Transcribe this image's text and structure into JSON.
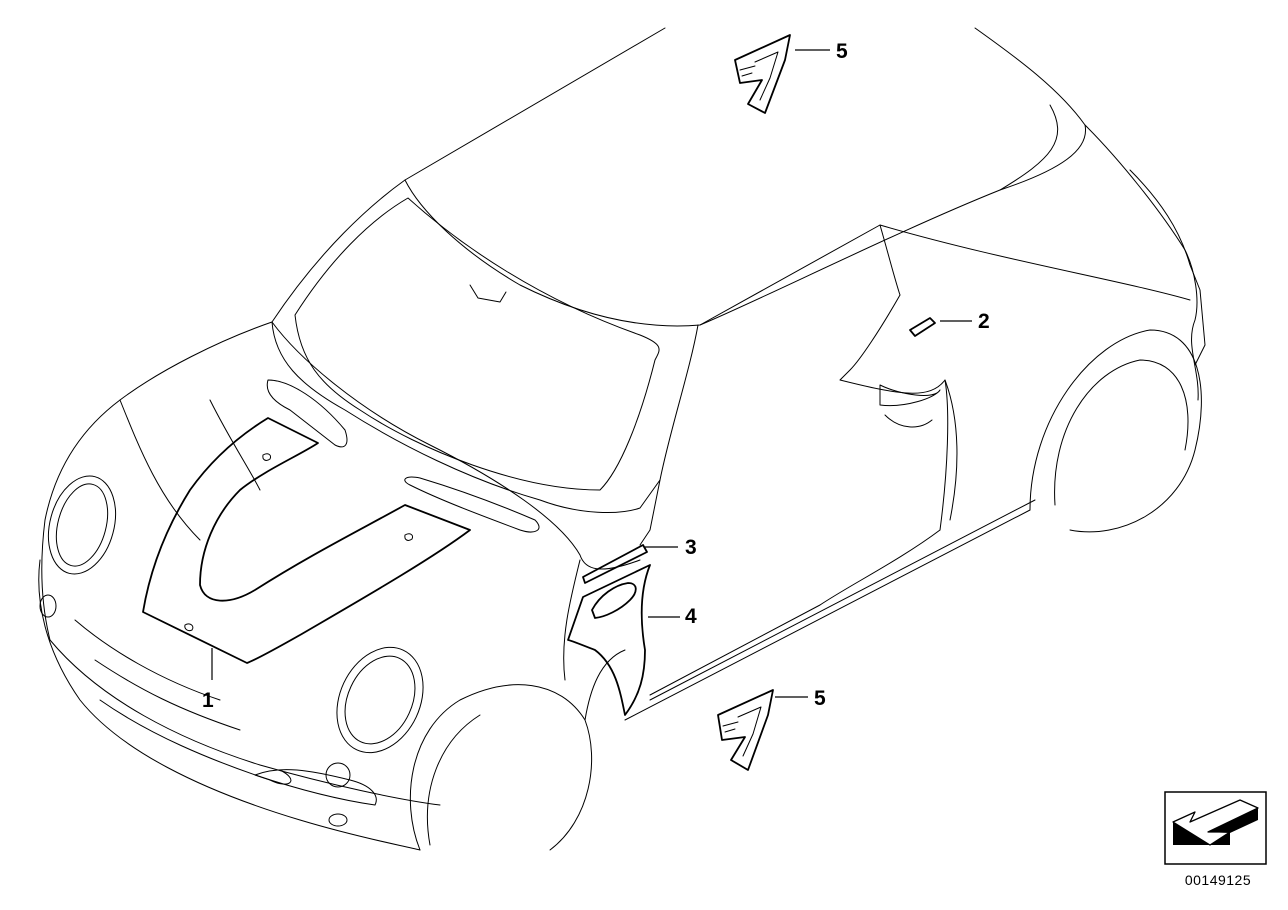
{
  "callouts": {
    "part_1": "1",
    "part_2": "2",
    "part_3": "3",
    "part_4": "4",
    "part_5_top": "5",
    "part_5_bottom": "5"
  },
  "diagram_id": "00149125",
  "icons": {
    "navigation": "back-arrow-icon"
  },
  "colors": {
    "line": "#000000",
    "background": "#ffffff"
  }
}
